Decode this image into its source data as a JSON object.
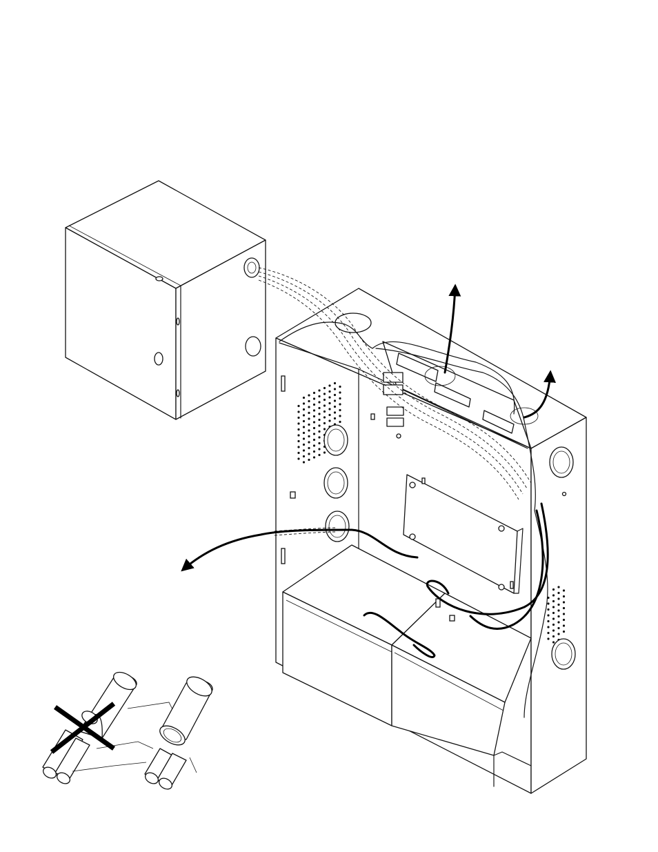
{
  "figure": {
    "background": "#ffffff",
    "line_color": "#111111",
    "components": [
      "remote-enclosure",
      "main-enclosure",
      "terminal-block",
      "circuit-board",
      "battery-left",
      "battery-right",
      "conduit-wires",
      "power-wire-arrows",
      "cable-comparison"
    ]
  }
}
